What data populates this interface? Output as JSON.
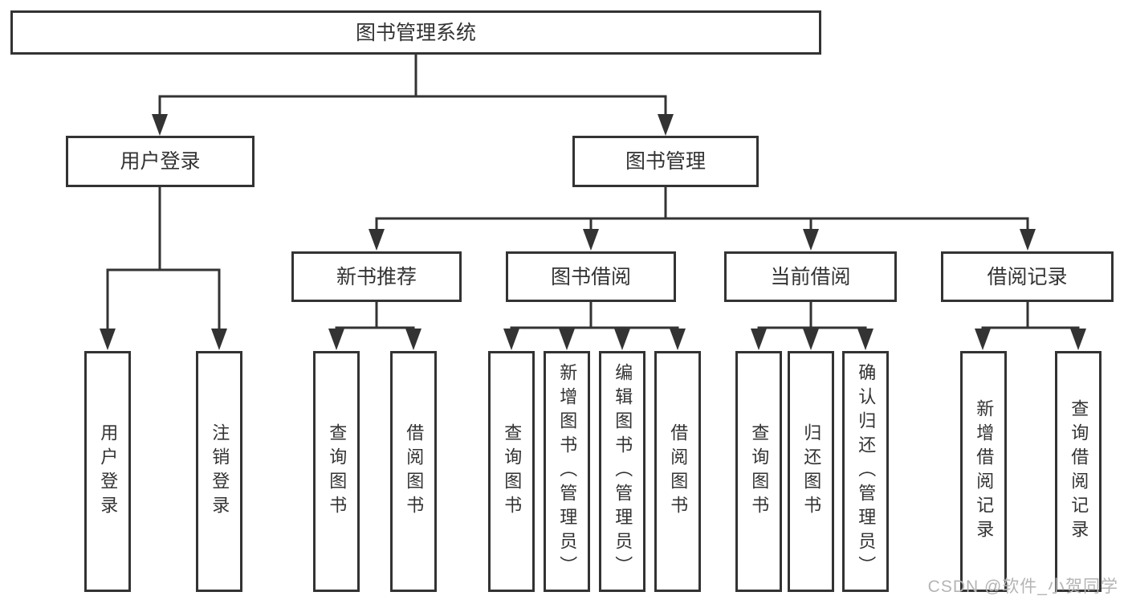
{
  "diagram": {
    "root": {
      "label": "图书管理系统",
      "children": [
        {
          "label": "用户登录",
          "children": [
            {
              "label": "用户登录"
            },
            {
              "label": "注销登录"
            }
          ]
        },
        {
          "label": "图书管理",
          "children": [
            {
              "label": "新书推荐",
              "children": [
                {
                  "label": "查询图书"
                },
                {
                  "label": "借阅图书"
                }
              ]
            },
            {
              "label": "图书借阅",
              "children": [
                {
                  "label": "查询图书"
                },
                {
                  "label": "新增图书（管理员）"
                },
                {
                  "label": "编辑图书（管理员）"
                },
                {
                  "label": "借阅图书"
                }
              ]
            },
            {
              "label": "当前借阅",
              "children": [
                {
                  "label": "查询图书"
                },
                {
                  "label": "归还图书"
                },
                {
                  "label": "确认归还（管理员）"
                }
              ]
            },
            {
              "label": "借阅记录",
              "children": [
                {
                  "label": "新增借阅记录"
                },
                {
                  "label": "查询借阅记录"
                }
              ]
            }
          ]
        }
      ]
    }
  },
  "watermark": "CSDN @软件_小贺同学",
  "colors": {
    "line": "#333333",
    "text": "#333333",
    "watermark": "#b4b4b4",
    "background": "#ffffff"
  }
}
